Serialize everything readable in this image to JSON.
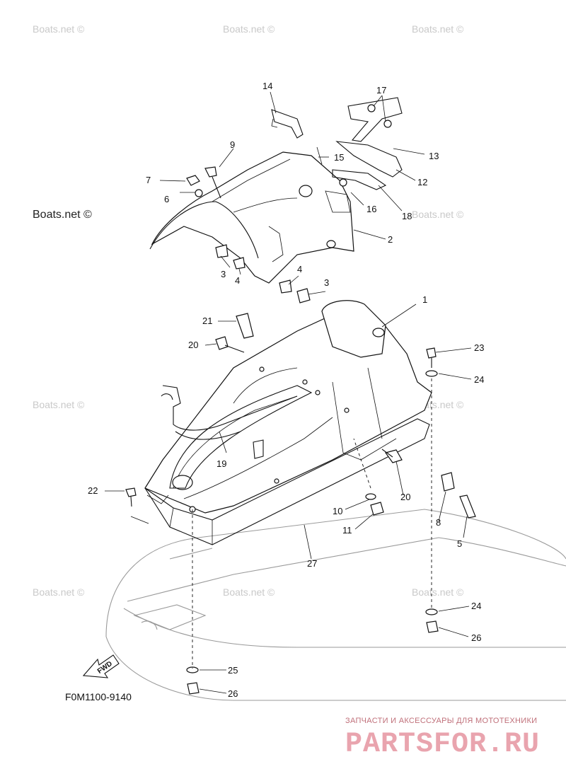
{
  "watermarks": {
    "boats_light": "Boats.net ©",
    "boats_dark": "Boats.net ©"
  },
  "part_number": "F0M1100-9140",
  "fwd_label": "FWD",
  "brand": {
    "tagline": "ЗАПЧАСТИ И АКСЕССУАРЫ ДЛЯ МОТОТЕХНИКИ",
    "name": "PARTSFOR.RU",
    "color": "#e9a4ae"
  },
  "callouts": {
    "c1": "1",
    "c2": "2",
    "c3a": "3",
    "c3b": "3",
    "c4a": "4",
    "c4b": "4",
    "c5": "5",
    "c6": "6",
    "c7": "7",
    "c8": "8",
    "c9": "9",
    "c10": "10",
    "c11": "11",
    "c12": "12",
    "c13": "13",
    "c14": "14",
    "c15": "15",
    "c16": "16",
    "c17": "17",
    "c18": "18",
    "c19": "19",
    "c20a": "20",
    "c20b": "20",
    "c21": "21",
    "c22": "22",
    "c23": "23",
    "c24a": "24",
    "c24b": "24",
    "c25": "25",
    "c26a": "26",
    "c26b": "26",
    "c27": "27"
  }
}
